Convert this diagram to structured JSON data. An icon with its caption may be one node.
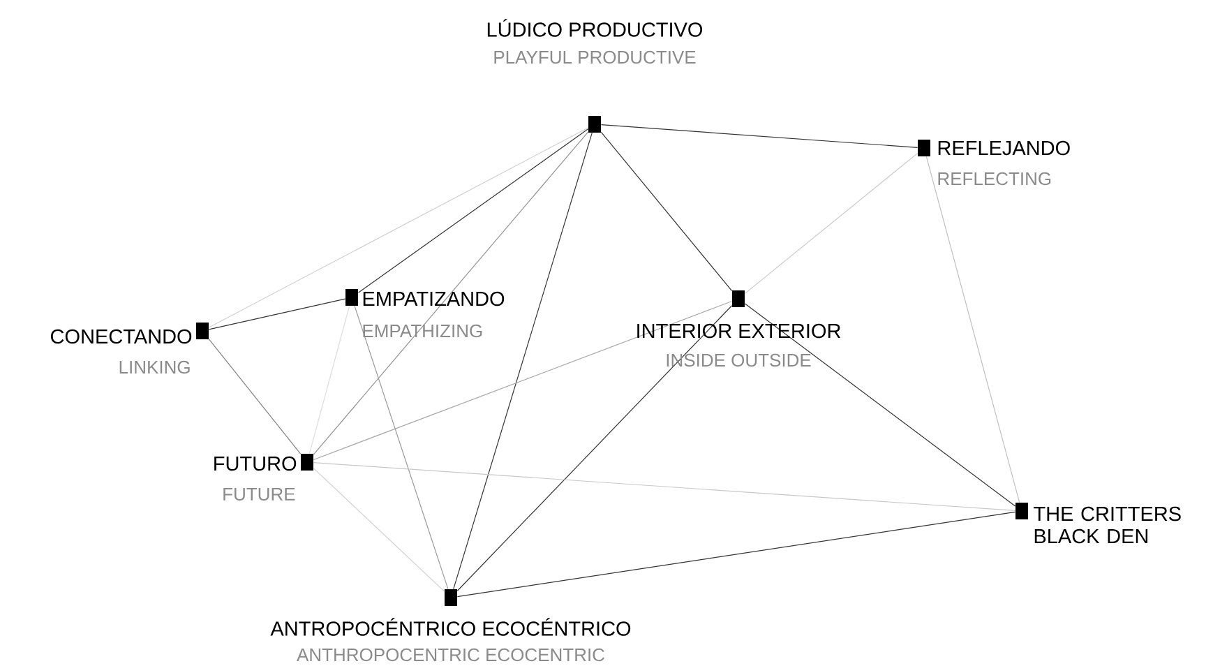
{
  "diagram": {
    "nodes": [
      {
        "text": [
          "LÚDICO PRODUCTIVO",
          "PLAYFUL PRODUCTIVE"
        ]
      },
      {
        "text": [
          "REFLEJANDO",
          "REFLECTING"
        ]
      },
      {
        "text": [
          "EMPATIZANDO",
          "EMPATHIZING"
        ]
      },
      {
        "text": [
          "INTERIOR EXTERIOR",
          "INSIDE OUTSIDE"
        ]
      },
      {
        "text": [
          "CONECTANDO",
          "LINKING"
        ]
      },
      {
        "text": [
          "FUTURO",
          "FUTURE"
        ]
      },
      {
        "text": [
          "THE CRITTERS BLACK DEN"
        ]
      },
      {
        "text": [
          "ANTROPOCÉNTRICO ECOCÉNTRICO",
          "ANTHROPOCENTRIC ECOCENTRIC"
        ]
      }
    ],
    "edges": [
      {
        "from": 0,
        "to": 1,
        "arrow": "none"
      },
      {
        "from": 0,
        "to": 3,
        "arrow": "none"
      },
      {
        "from": 0,
        "to": 2,
        "arrow": "none"
      },
      {
        "from": 0,
        "to": 4,
        "arrow": "none",
        "color": "#d0d0d0"
      },
      {
        "from": 0,
        "to": 5,
        "arrow": "none",
        "color": "#909090"
      },
      {
        "from": 0,
        "to": 7,
        "arrow": "none"
      },
      {
        "from": 1,
        "to": 3,
        "arrow": "none",
        "color": "#c8c8c8"
      },
      {
        "from": 1,
        "to": 6,
        "arrow": "none",
        "color": "#c0c0c0"
      },
      {
        "from": 3,
        "to": 6,
        "arrow": "none"
      },
      {
        "from": 3,
        "to": 7,
        "arrow": "none"
      },
      {
        "from": 3,
        "to": 5,
        "arrow": "none",
        "color": "#a8a8a8"
      },
      {
        "from": 4,
        "to": 2,
        "arrow": "none"
      },
      {
        "from": 4,
        "to": 5,
        "arrow": "none",
        "color": "#808080"
      },
      {
        "from": 2,
        "to": 5,
        "arrow": "none",
        "color": "#dcdcdc"
      },
      {
        "from": 2,
        "to": 7,
        "arrow": "none",
        "color": "#999999"
      },
      {
        "from": 5,
        "to": 6,
        "arrow": "none",
        "color": "#c8c8c8"
      },
      {
        "from": 5,
        "to": 7,
        "arrow": "none",
        "color": "#d0d0d0"
      },
      {
        "from": 7,
        "to": 6,
        "arrow": "none"
      }
    ]
  }
}
